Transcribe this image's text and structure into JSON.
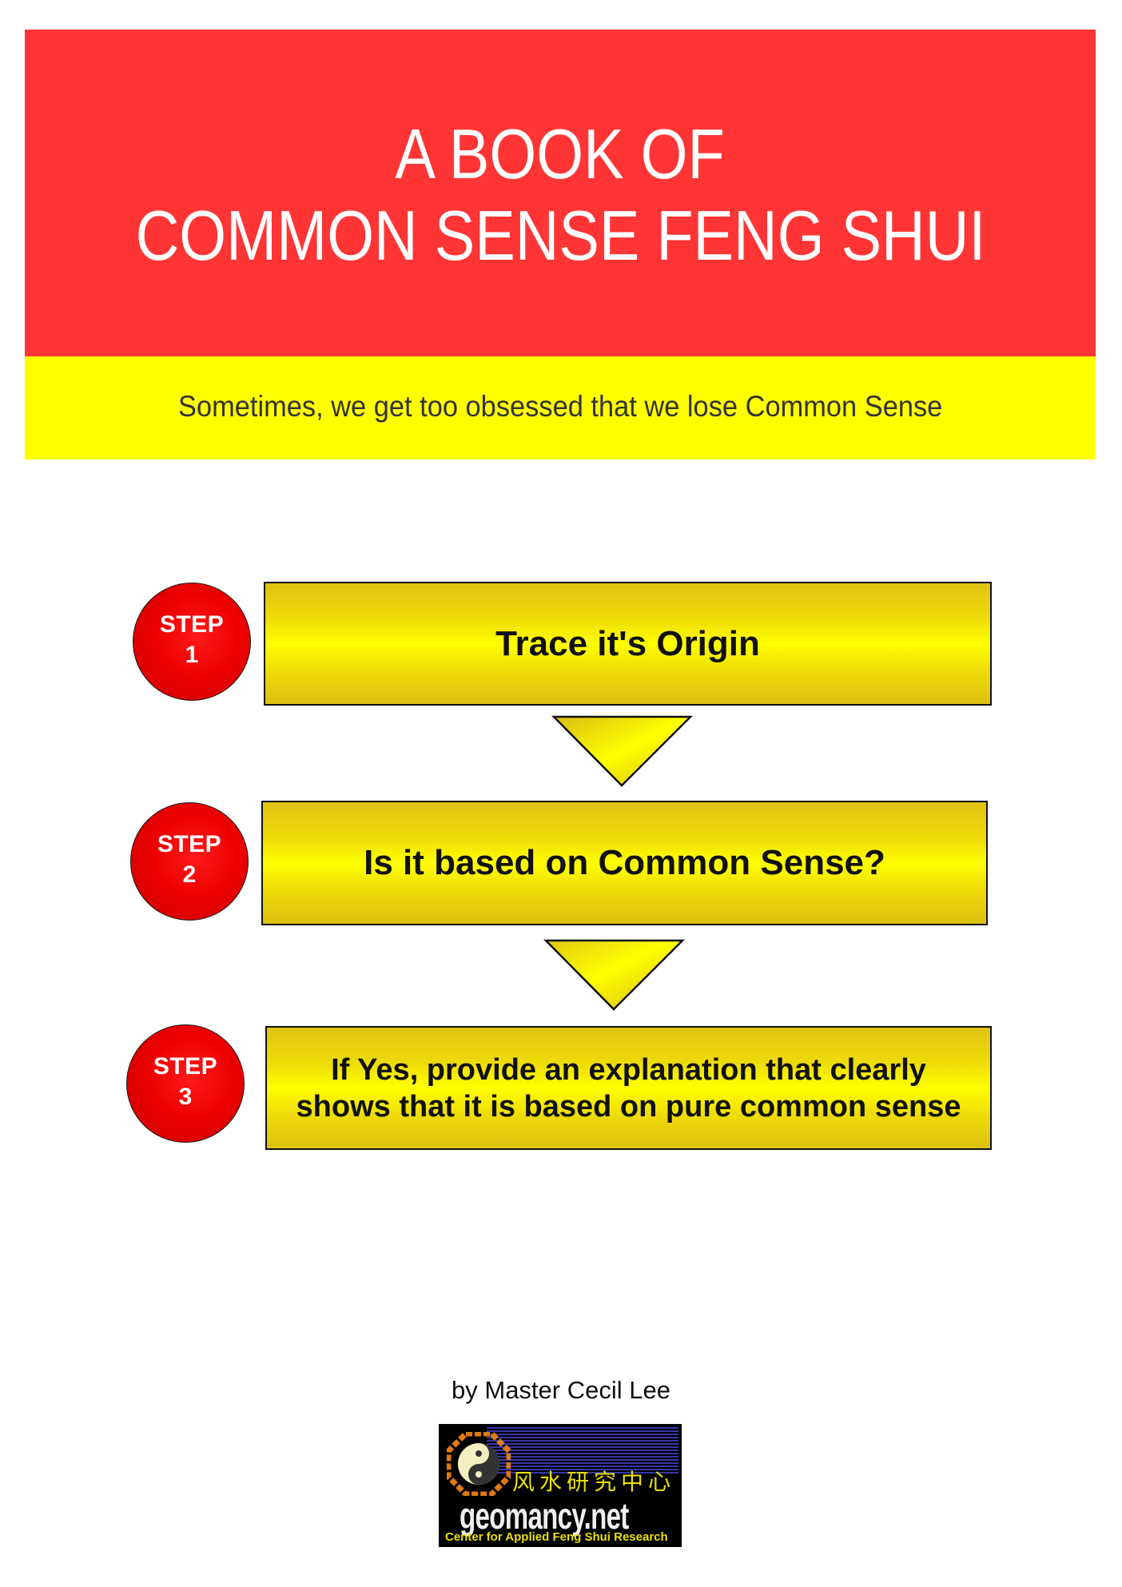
{
  "cover": {
    "title_line1": "A BOOK OF",
    "title_line2": "COMMON SENSE FENG SHUI",
    "subtitle": "Sometimes, we get too obsessed that we lose Common Sense",
    "colors": {
      "title_band": "#FF3535",
      "subtitle_band": "#FFFF00",
      "title_text": "#FFFFFF",
      "subtitle_text": "#333333"
    }
  },
  "steps": [
    {
      "label": "STEP",
      "number": "1",
      "text": "Trace it's Origin"
    },
    {
      "label": "STEP",
      "number": "2",
      "text": "Is it based on Common Sense?"
    },
    {
      "label": "STEP",
      "number": "3",
      "text_line1": "If Yes, provide an explanation that clearly",
      "text_line2": "shows that it is based on pure common sense"
    }
  ],
  "arrows": [
    {
      "icon": "down-triangle-icon"
    },
    {
      "icon": "down-triangle-icon"
    }
  ],
  "footer": {
    "byline": "by Master Cecil Lee",
    "logo": {
      "icon": "bagua-yin-yang-icon",
      "chinese": "风水研究中心",
      "site": "geomancy.net",
      "tagline": "Center for Applied Feng Shui Research"
    }
  }
}
